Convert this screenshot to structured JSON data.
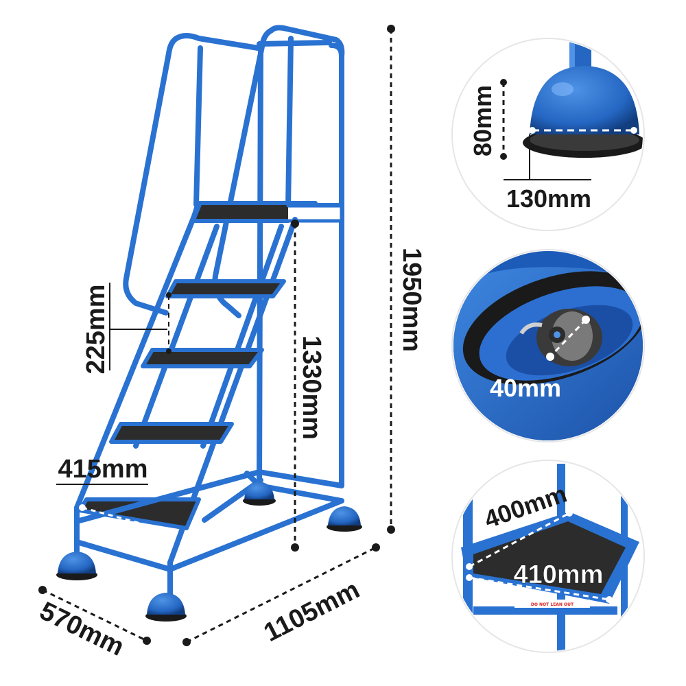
{
  "colors": {
    "frame_blue": "#2a72d1",
    "frame_blue_dark": "#1b55a8",
    "tread": "#2c2c2c",
    "dimension_line": "#1a1a1a",
    "background": "#ffffff"
  },
  "dimensions": {
    "overall_height": "1950mm",
    "platform_height": "1330mm",
    "step_rise": "225mm",
    "step_width": "415mm",
    "base_width": "570mm",
    "base_depth": "1105mm"
  },
  "detail_callouts": {
    "foot": {
      "height": "80mm",
      "diameter": "130mm"
    },
    "castor": {
      "wheel_diameter": "40mm"
    },
    "tread": {
      "depth": "400mm",
      "width": "410mm",
      "label": "DO NOT LEAN OUT"
    }
  },
  "icons": [
    "ladder-illustration",
    "rubber-foot-icon",
    "castor-wheel-icon",
    "tread-closeup-icon"
  ]
}
